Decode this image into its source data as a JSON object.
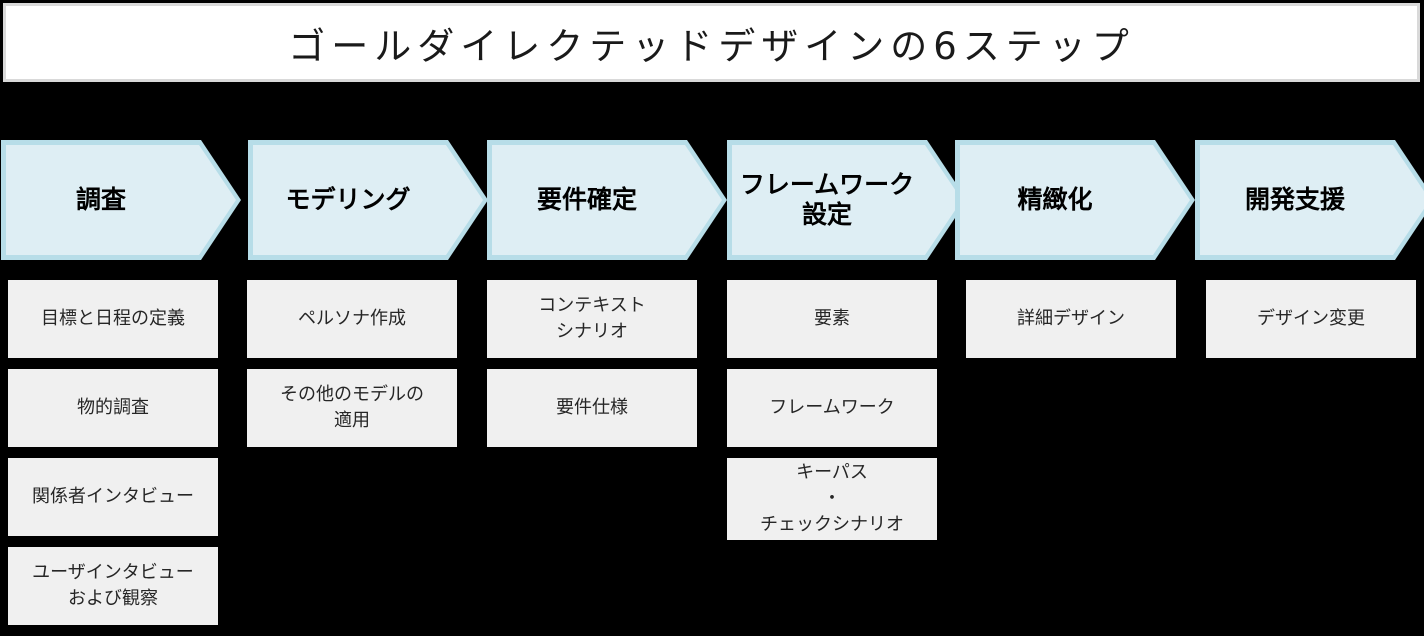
{
  "title": "ゴールダイレクテッドデザインの6ステップ",
  "colors": {
    "chevron_border": "#b7dde8",
    "chevron_fill": "#deeef4",
    "cell_fill": "#f0f0f0",
    "title_border": "#d9d9d9",
    "background": "#000000",
    "text": "#262626"
  },
  "steps": [
    {
      "label": "調査",
      "items": [
        "目標と日程の定義",
        "物的調査",
        "関係者インタビュー",
        "ユーザインタビュー\nおよび観察"
      ]
    },
    {
      "label": "モデリング",
      "items": [
        "ペルソナ作成",
        "その他のモデルの\n適用"
      ]
    },
    {
      "label": "要件確定",
      "items": [
        "コンテキスト\nシナリオ",
        "要件仕様"
      ]
    },
    {
      "label": "フレームワーク\n設定",
      "items": [
        "要素",
        "フレームワーク",
        "キーパス\n・\nチェックシナリオ"
      ]
    },
    {
      "label": "精緻化",
      "items": [
        "詳細デザイン"
      ]
    },
    {
      "label": "開発支援",
      "items": [
        "デザイン変更"
      ]
    }
  ]
}
